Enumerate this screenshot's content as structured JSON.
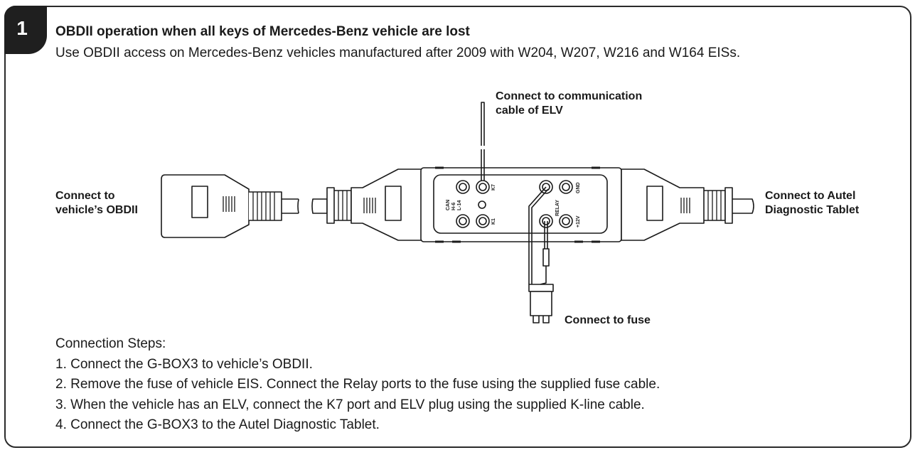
{
  "badge": "1",
  "title": "OBDII operation when all keys of Mercedes-Benz vehicle are lost",
  "subtitle": "Use OBDII access on Mercedes-Benz vehicles manufactured after 2009 with W204, W207, W216 and W164 EISs.",
  "labels": {
    "elv_line1": "Connect to communication",
    "elv_line2": "cable of ELV",
    "obd_line1": "Connect to",
    "obd_line2": "vehicle’s OBDII",
    "tablet_line1": "Connect to Autel",
    "tablet_line2": "Diagnostic Tablet",
    "fuse": "Connect to fuse"
  },
  "ports": {
    "k7": "K7",
    "k1": "K1",
    "can": "CAN",
    "can_h": "H-6",
    "can_l": "L-14",
    "relay": "RELAY",
    "gnd": "GND",
    "v12": "+12V"
  },
  "steps_heading": "Connection Steps:",
  "steps": [
    "1. Connect the G-BOX3 to vehicle’s OBDII.",
    "2. Remove the fuse of vehicle EIS. Connect the Relay ports to the fuse using the supplied fuse cable.",
    "3. When the vehicle has an ELV, connect the K7 port and ELV plug using the supplied K-line cable.",
    "4. Connect the G-BOX3 to the Autel Diagnostic Tablet."
  ]
}
